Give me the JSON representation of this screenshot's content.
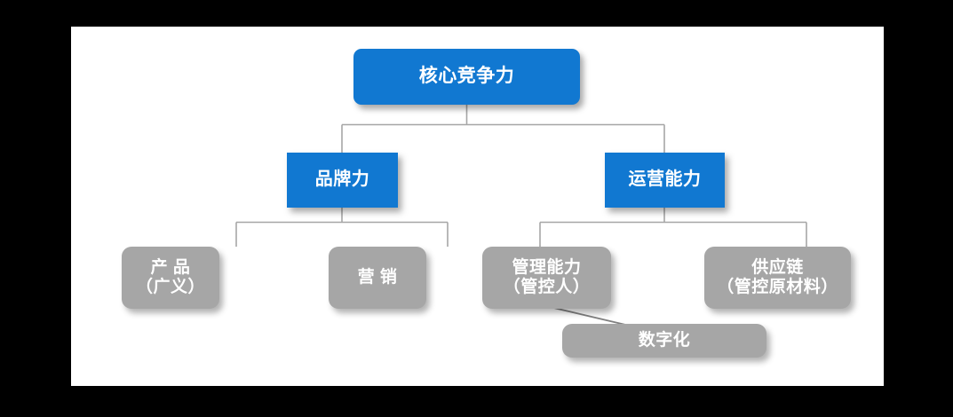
{
  "canvas": {
    "background_color": "#FFFFFF",
    "outer_background_color": "#000000"
  },
  "theme": {
    "root_color": "#1178D1",
    "branch_color": "#1178D1",
    "leaf_color": "#A6A6A6",
    "connector_color": "#A6A6A6",
    "text_color": "#FFFFFF"
  },
  "diagram": {
    "type": "org-tree",
    "title": "核心竞争力",
    "nodes": {
      "root": {
        "label": "核心竞争力"
      },
      "brand": {
        "label": "品牌力"
      },
      "operations": {
        "label": "运营能力"
      },
      "product": {
        "label": "产 品\n（广义）"
      },
      "marketing": {
        "label": "营 销"
      },
      "management": {
        "label": "管理能力\n（管控人）"
      },
      "supply_chain": {
        "label": "供应链\n（管控原材料）"
      },
      "digitalization": {
        "label": "数字化"
      }
    },
    "edges": [
      {
        "from": "root",
        "to": "brand",
        "style": "orthogonal"
      },
      {
        "from": "root",
        "to": "operations",
        "style": "orthogonal"
      },
      {
        "from": "brand",
        "to": "product",
        "style": "orthogonal"
      },
      {
        "from": "brand",
        "to": "marketing",
        "style": "orthogonal"
      },
      {
        "from": "operations",
        "to": "management",
        "style": "orthogonal"
      },
      {
        "from": "operations",
        "to": "supply_chain",
        "style": "orthogonal"
      },
      {
        "from": "management",
        "to": "digitalization",
        "style": "diagonal"
      }
    ]
  }
}
